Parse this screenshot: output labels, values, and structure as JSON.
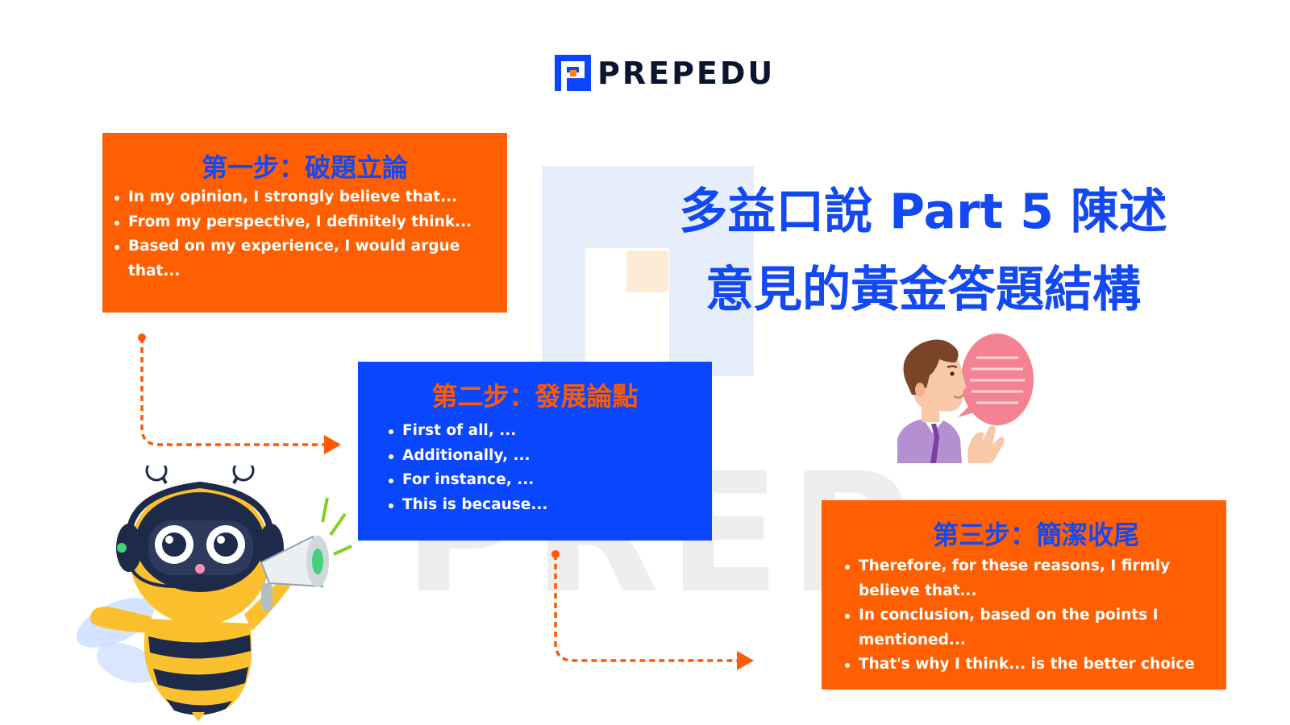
{
  "brand": {
    "logo_text": "PREPEDU",
    "watermark_text": "PREP"
  },
  "headline": {
    "line1": "多益口說 Part 5 陳述",
    "line2": "意見的黃金答題結構"
  },
  "steps": [
    {
      "title": "第一步：破題立論",
      "items": [
        "In my opinion, I strongly believe that...",
        "From my perspective, I definitely think...",
        "Based on my experience, I would argue that..."
      ]
    },
    {
      "title": "第二步：發展論點",
      "items": [
        "First of all, ...",
        "Additionally, ...",
        "For instance, ...",
        "This is because..."
      ]
    },
    {
      "title": "第三步：簡潔收尾",
      "items": [
        "Therefore, for these reasons, I firmly believe that...",
        "In conclusion, based on the points I mentioned...",
        "That's why I think... is the better choice"
      ]
    }
  ],
  "colors": {
    "orange": "#ff5f00",
    "blue": "#0b46ff",
    "title_blue": "#1249f2",
    "watermark": "#e9eef9"
  },
  "icons": {
    "logo": "prep-logo-icon",
    "bee": "bee-mascot-icon",
    "speaker": "speaking-person-icon"
  }
}
